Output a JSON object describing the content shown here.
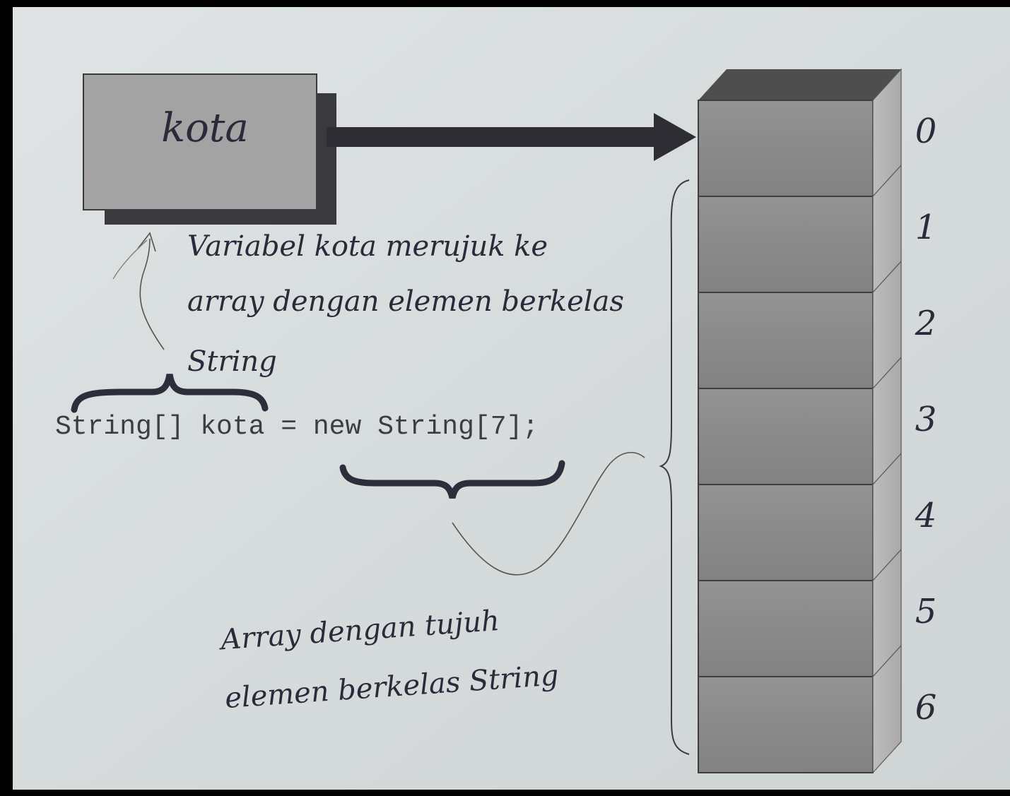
{
  "variable_box": {
    "label": "kota"
  },
  "annotation_variable": {
    "lines": [
      "Variabel kota merujuk ke",
      "array dengan elemen berkelas",
      "String"
    ]
  },
  "code_statement": "String[] kota = new String[7];",
  "annotation_array": {
    "lines": [
      "Array dengan tujuh",
      "elemen berkelas String"
    ]
  },
  "array_indices": [
    "0",
    "1",
    "2",
    "3",
    "4",
    "5",
    "6"
  ],
  "colors": {
    "paper": "#d8dcdc",
    "ink": "#2a2a3a",
    "cell": "#8a8a8a",
    "cell_side": "#b4b4b4",
    "cell_top": "#4e4e4e"
  }
}
